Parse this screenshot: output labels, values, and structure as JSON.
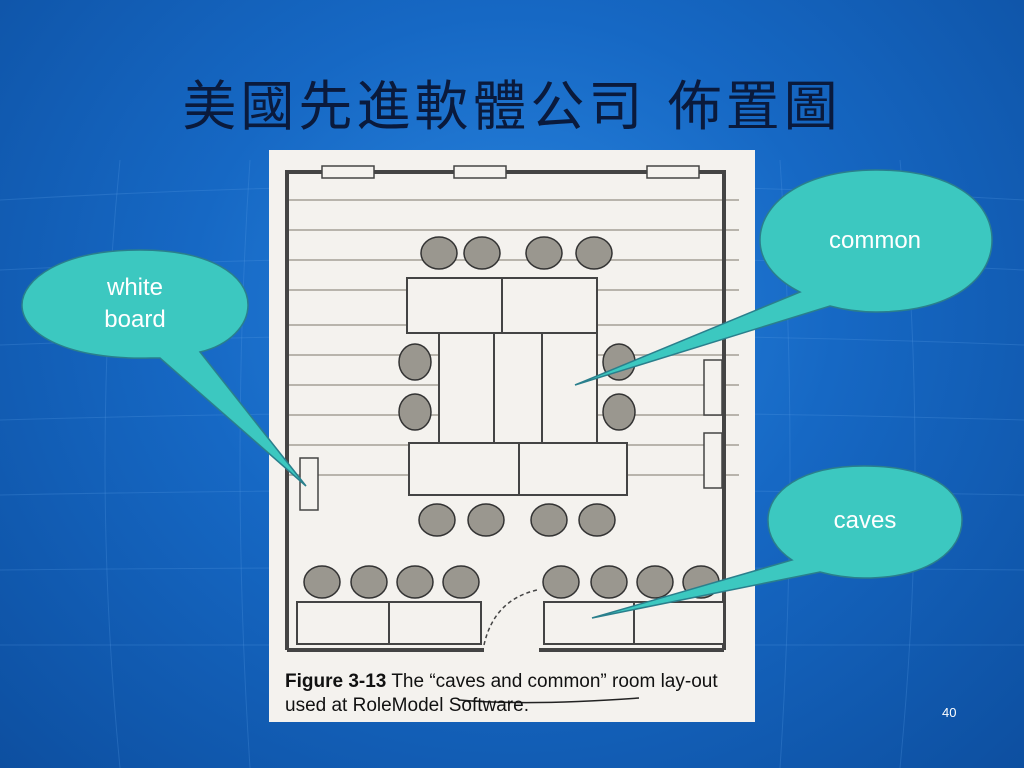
{
  "slide": {
    "title": "美國先進軟體公司 佈置圖",
    "page_number": "40"
  },
  "figure": {
    "caption_label": "Figure 3-13",
    "caption_text": "The “caves and common” room lay-out used at RoleModel Software."
  },
  "callouts": {
    "white_board_line1": "white",
    "white_board_line2": "board",
    "common": "common",
    "caves": "caves"
  },
  "colors": {
    "background": "#1560b8",
    "callout_fill": "#3cc8c0",
    "title_text": "#0a1a3c"
  }
}
